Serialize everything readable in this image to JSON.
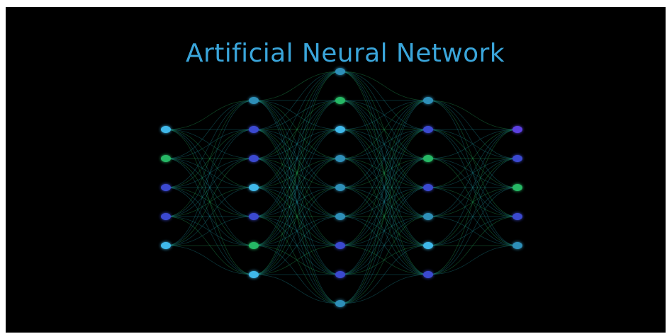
{
  "diagram": {
    "title": "Artificial Neural Network",
    "colors": {
      "background": "#000000",
      "title": "#3aa5da",
      "edge": "#1f9aa6",
      "cyan": "#3fb8ea",
      "green": "#27b865",
      "blue": "#3b4ad0",
      "teal": "#2f8fb8",
      "purple": "#5c3fe0"
    },
    "layers": [
      {
        "name": "input-layer",
        "nodes": [
          "cyan",
          "green",
          "blue",
          "blue",
          "cyan"
        ]
      },
      {
        "name": "hidden-layer-1",
        "nodes": [
          "teal",
          "blue",
          "blue",
          "cyan",
          "blue",
          "green",
          "cyan"
        ]
      },
      {
        "name": "hidden-layer-2",
        "nodes": [
          "teal",
          "green",
          "cyan",
          "teal",
          "teal",
          "teal",
          "blue",
          "blue",
          "teal"
        ]
      },
      {
        "name": "hidden-layer-3",
        "nodes": [
          "teal",
          "blue",
          "green",
          "blue",
          "teal",
          "cyan",
          "blue"
        ]
      },
      {
        "name": "output-layer",
        "nodes": [
          "purple",
          "blue",
          "green",
          "blue",
          "teal"
        ]
      }
    ]
  }
}
